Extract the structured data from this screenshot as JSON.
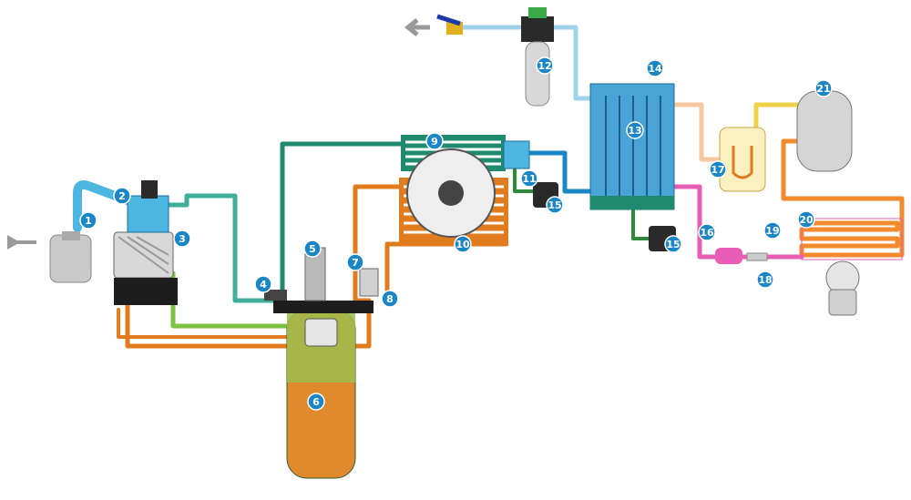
{
  "colors": {
    "intake_air": "#4cb6e0",
    "hot_oil": "#e07b1e",
    "cool_oil": "#7dc242",
    "compressed_air": "#3fae9a",
    "aftercooled_air": "#1f8a6e",
    "dry_air": "#9fd3ec",
    "refrigerant_hot": "#f28a2e",
    "refrigerant_liquid": "#e85cb6",
    "refrigerant_gas": "#f7c9a0",
    "drain": "#2f8a3a",
    "badge": "#1b86c5"
  },
  "components": [
    {
      "number": "1",
      "icon": "air-inlet-filter-icon"
    },
    {
      "number": "2",
      "icon": "inlet-valve-icon"
    },
    {
      "number": "3",
      "icon": "screw-element-icon"
    },
    {
      "number": "4",
      "icon": "check-valve-icon"
    },
    {
      "number": "5",
      "icon": "oil-separator-element-icon"
    },
    {
      "number": "6",
      "icon": "oil-separator-vessel-icon"
    },
    {
      "number": "7",
      "icon": "minimum-pressure-valve-icon"
    },
    {
      "number": "8",
      "icon": "thermostatic-valve-icon"
    },
    {
      "number": "9",
      "icon": "air-cooler-icon"
    },
    {
      "number": "10",
      "icon": "oil-cooler-icon"
    },
    {
      "number": "11",
      "icon": "water-separator-icon"
    },
    {
      "number": "12",
      "icon": "filter-icon"
    },
    {
      "number": "13",
      "icon": "heat-exchanger-icon"
    },
    {
      "number": "14",
      "icon": "dryer-icon"
    },
    {
      "number": "15",
      "icon": "drain-icon"
    },
    {
      "number": "16",
      "icon": "refrigerant-line-icon"
    },
    {
      "number": "17",
      "icon": "liquid-separator-icon"
    },
    {
      "number": "18",
      "icon": "filter-drier-icon"
    },
    {
      "number": "19",
      "icon": "bypass-valve-icon"
    },
    {
      "number": "20",
      "icon": "condenser-icon"
    },
    {
      "number": "21",
      "icon": "refrigerant-compressor-icon"
    }
  ]
}
